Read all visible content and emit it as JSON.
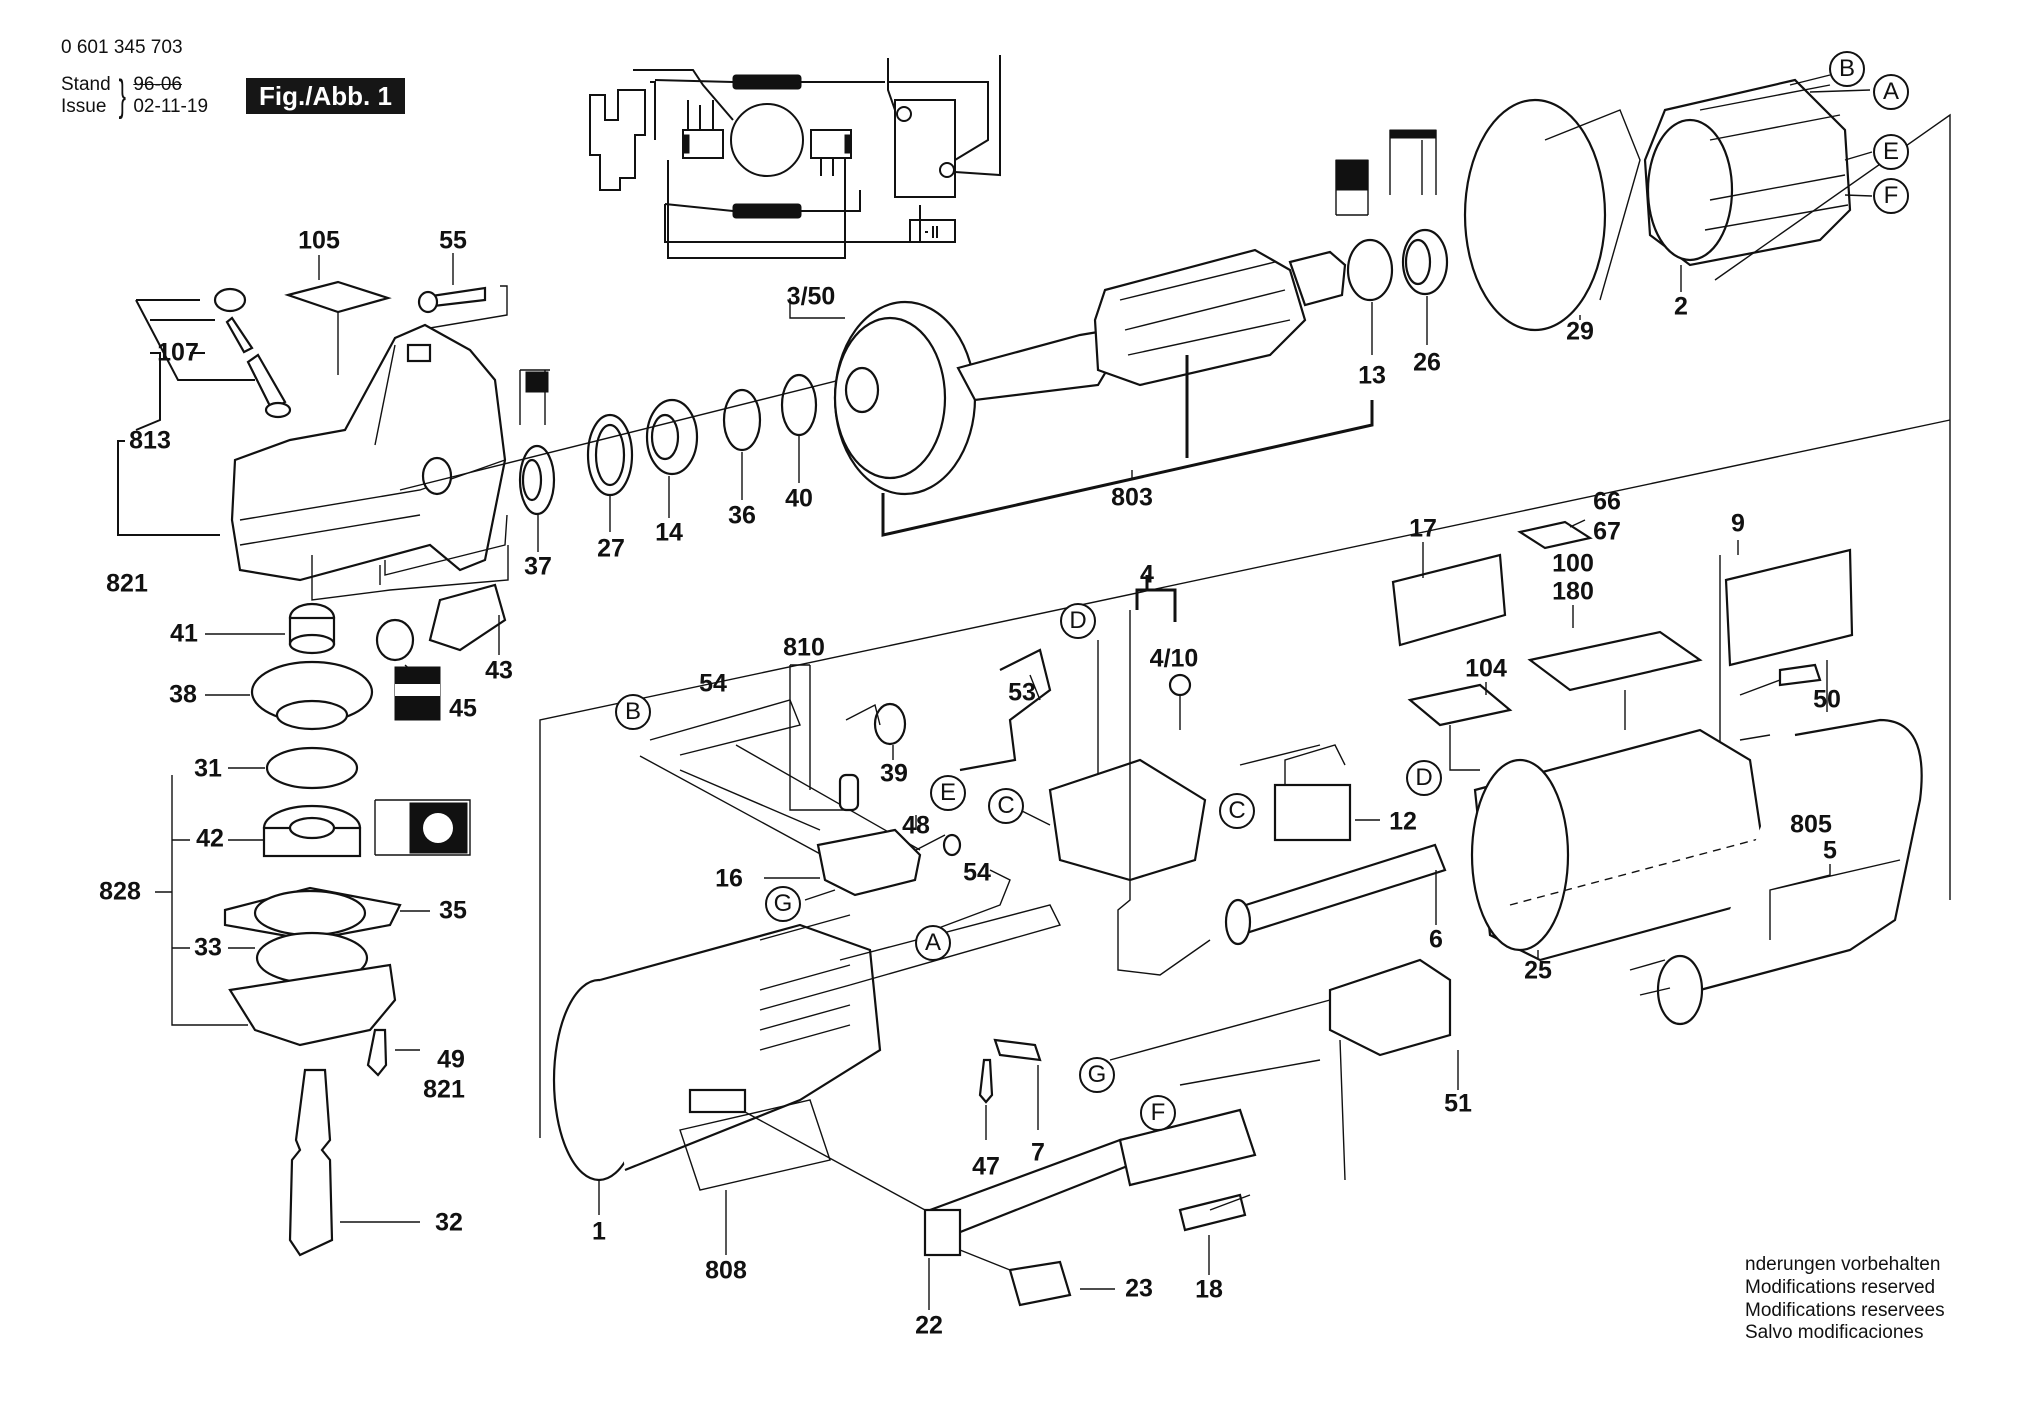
{
  "header": {
    "document_number": "0 601 345 703",
    "stand_label": "Stand",
    "issue_label": "Issue",
    "old_date": "96-06",
    "issue_date": "02-11-19",
    "figure_label": "Fig./Abb. 1"
  },
  "footer": {
    "lines": [
      "nderungen vorbehalten",
      "Modifications reserved",
      "Modifications reservees",
      "Salvo modificaciones"
    ]
  },
  "part_labels": {
    "p105": "105",
    "p55": "55",
    "p107": "107",
    "p813": "813",
    "p821a": "821",
    "p3_50": "3/50",
    "p37": "37",
    "p27": "27",
    "p14": "14",
    "p36": "36",
    "p40": "40",
    "p803": "803",
    "p13": "13",
    "p26": "26",
    "p29": "29",
    "p2": "2",
    "p41": "41",
    "p38": "38",
    "p43": "43",
    "p45": "45",
    "p31": "31",
    "p42": "42",
    "p828": "828",
    "p35": "35",
    "p33": "33",
    "p49": "49",
    "p821b": "821",
    "p32": "32",
    "p54a": "54",
    "p810": "810",
    "p39": "39",
    "p48": "48",
    "p16": "16",
    "p54b": "54",
    "p53": "53",
    "p4": "4",
    "p4_10": "4/10",
    "p17": "17",
    "p66": "66",
    "p67": "67",
    "p100": "100",
    "p180": "180",
    "p104": "104",
    "p9": "9",
    "p50": "50",
    "p805": "805",
    "p5": "5",
    "p12": "12",
    "p6": "6",
    "p25": "25",
    "p51": "51",
    "p47": "47",
    "p7": "7",
    "p1": "1",
    "p808": "808",
    "p22": "22",
    "p23": "23",
    "p18": "18"
  },
  "connector_markers": {
    "stator_B": "B",
    "stator_A": "A",
    "stator_E": "E",
    "stator_F": "F",
    "cable_B": "B",
    "cable_E": "E",
    "switch_G": "G",
    "cable_A": "A",
    "switch_C": "C",
    "switch_D": "D",
    "brush_C": "C",
    "brush_D": "D",
    "module_G": "G",
    "module_F": "F"
  }
}
